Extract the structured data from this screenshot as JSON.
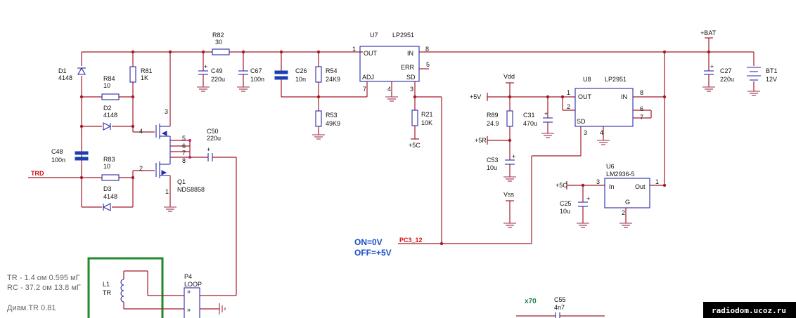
{
  "components": {
    "r82": {
      "ref": "R82",
      "value": "30"
    },
    "u7": {
      "ref": "U7",
      "part": "LP2951",
      "pins": {
        "out": "OUT",
        "in": "IN",
        "err": "ERR",
        "adj": "ADJ",
        "sd": "SD"
      },
      "pin_nums": {
        "p1": "1",
        "p8": "8",
        "p5": "5",
        "p7": "7",
        "p4": "4",
        "p3": "3"
      }
    },
    "d1": {
      "ref": "D1",
      "value": "4148"
    },
    "r84": {
      "ref": "R84",
      "value": "10"
    },
    "r81": {
      "ref": "R81",
      "value": "1K"
    },
    "d2": {
      "ref": "D2",
      "value": "4148"
    },
    "c49": {
      "ref": "C49",
      "value": "220u"
    },
    "c67": {
      "ref": "C67",
      "value": "100n"
    },
    "c26": {
      "ref": "C26",
      "value": "10n"
    },
    "r54": {
      "ref": "R54",
      "value": "24K9"
    },
    "r53": {
      "ref": "R53",
      "value": "49K9"
    },
    "r21": {
      "ref": "R21",
      "value": "10K"
    },
    "c48": {
      "ref": "C48",
      "value": "100n"
    },
    "r83": {
      "ref": "R83",
      "value": "10"
    },
    "d3": {
      "ref": "D3",
      "value": "4148"
    },
    "q1": {
      "ref": "Q1",
      "part": "NDS8858",
      "pins": {
        "p3": "3",
        "p4": "4",
        "p5": "5",
        "p6": "6",
        "p7": "7",
        "p8": "8",
        "p2": "2",
        "p1": "1"
      }
    },
    "c50": {
      "ref": "C50",
      "value": "220u"
    },
    "u8": {
      "ref": "U8",
      "part": "LP2951",
      "pins": {
        "out": "OUT",
        "in": "IN",
        "sd": "SD"
      },
      "pin_nums": {
        "p1": "1",
        "p2": "2",
        "p8": "8",
        "p6": "6",
        "p7": "7",
        "p3": "3",
        "p4": "4"
      }
    },
    "r89": {
      "ref": "R89",
      "value": "24.9"
    },
    "c31": {
      "ref": "C31",
      "value": "470u"
    },
    "c53": {
      "ref": "C53",
      "value": "10u"
    },
    "c27": {
      "ref": "C27",
      "value": "220u"
    },
    "bt1": {
      "ref": "BT1",
      "value": "12V"
    },
    "u6": {
      "ref": "U6",
      "part": "LM2936-5",
      "pins": {
        "in": "In",
        "out": "Out",
        "g": "G"
      },
      "pin_nums": {
        "p3": "3",
        "p1": "1",
        "p2": "2"
      }
    },
    "c25": {
      "ref": "C25",
      "value": "10u"
    },
    "l1": {
      "ref": "L1",
      "value": "TR"
    },
    "p4": {
      "ref": "P4",
      "value": "LOOP"
    },
    "c55": {
      "ref": "C55",
      "value": "4n7"
    }
  },
  "nets": {
    "bat": "+BAT",
    "vdd": "Vdd",
    "vss": "Vss",
    "v5_a": "+5V",
    "v5r": "+5R",
    "v5c_a": "+5C",
    "v5c_b": "+5C",
    "trd": "TRD",
    "pc3": "PC3_12"
  },
  "notes": {
    "on": "ON=0V",
    "off": "OFF=+5V",
    "tr_line": "TR -  1.4 ом  0.595 мГ",
    "rc_line": "RC - 37.2 ом  13.8 мГ",
    "diam_line": "Диам.TR 0.81",
    "x70": "x70",
    "plus_sign": "+"
  },
  "watermark": "radiodom.ucoz.ru",
  "colors": {
    "wire": "#a31a2a",
    "component": "#2a2aa8",
    "note_blue": "#1a4fc8",
    "net_red": "#cc1111",
    "frame_green": "#1f8a2a"
  }
}
